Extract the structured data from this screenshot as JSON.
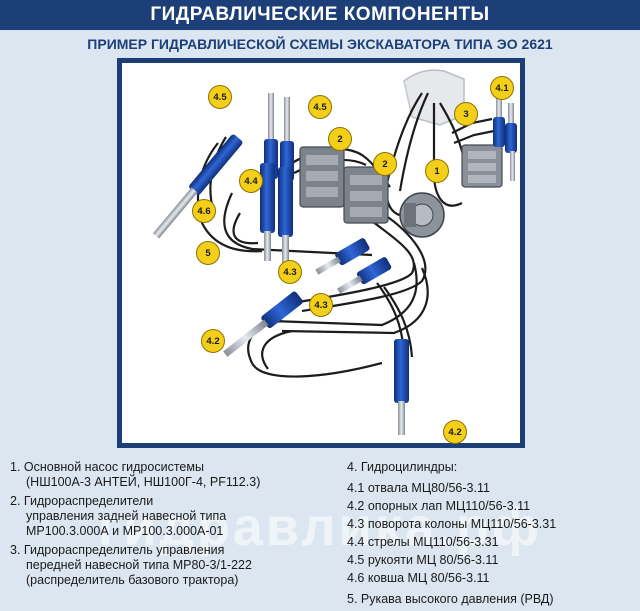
{
  "header": {
    "title": "ГИДРАВЛИЧЕСКИЕ КОМПОНЕНТЫ",
    "subtitle": "ПРИМЕР ГИДРАВЛИЧЕСКОЙ СХЕМЫ ЭКСКАВАТОРА ТИПА ЭО 2621"
  },
  "diagram": {
    "callouts": [
      "4.5",
      "4.5",
      "2",
      "2",
      "1",
      "3",
      "4.1",
      "4.4",
      "4.6",
      "5",
      "4.3",
      "4.3",
      "4.2",
      "4.2"
    ]
  },
  "legend_left": {
    "item1": [
      "1. Основной насос гидросистемы",
      "(НШ100А-3 АНТЕЙ, НШ100Г-4, PF112.3)"
    ],
    "item2": [
      "2. Гидрораспределители",
      "управления задней навесной типа",
      "МР100.3.000А и МР100.3.000А-01"
    ],
    "item3": [
      "3. Гидрораспределитель управления",
      "передней навесной типа МР80-3/1-222",
      "(распределитель базового трактора)"
    ]
  },
  "legend_right": {
    "head": "4. Гидроцилиндры:",
    "items": [
      "4.1 отвала МЦ80/56-3.11",
      "4.2 опорных лап МЦ110/56-3.11",
      "4.3 поворота колоны МЦ110/56-3.31",
      "4.4 стрелы МЦ110/56-3.31",
      "4.5 рукояти МЦ 80/56-3.11",
      "4.6 ковша МЦ 80/56-3.11"
    ],
    "item5": "5. Рукава высокого давления (РВД)"
  },
  "watermark": "гидравлика.рф",
  "colors": {
    "banner": "#1d3f78",
    "callout": "#f4cf1a",
    "cylinder": "#1f4fb8"
  }
}
